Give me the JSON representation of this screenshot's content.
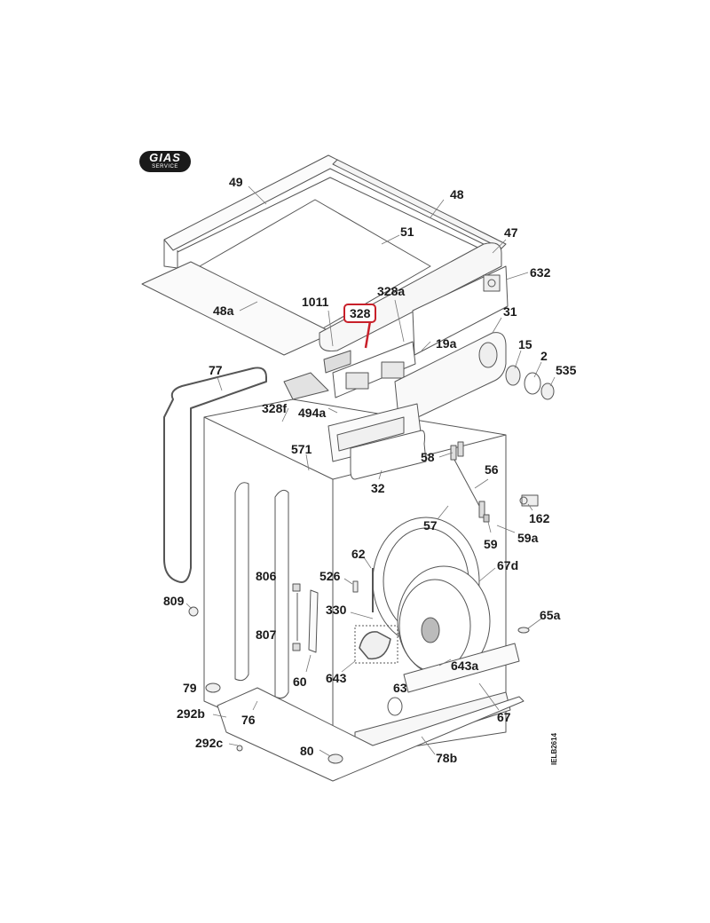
{
  "brand": {
    "name": "GIAS",
    "subtitle": "SERVICE"
  },
  "document_code": "IELB2614",
  "highlight_color": "#c8202a",
  "highlighted_part": "328",
  "parts": [
    {
      "id": "p49",
      "label": "49"
    },
    {
      "id": "p48",
      "label": "48"
    },
    {
      "id": "p51",
      "label": "51"
    },
    {
      "id": "p47",
      "label": "47"
    },
    {
      "id": "p632",
      "label": "632"
    },
    {
      "id": "p48a",
      "label": "48a"
    },
    {
      "id": "p1011",
      "label": "1011"
    },
    {
      "id": "p328a",
      "label": "328a"
    },
    {
      "id": "p328",
      "label": "328"
    },
    {
      "id": "p31",
      "label": "31"
    },
    {
      "id": "p19a",
      "label": "19a"
    },
    {
      "id": "p15",
      "label": "15"
    },
    {
      "id": "p2",
      "label": "2"
    },
    {
      "id": "p535",
      "label": "535"
    },
    {
      "id": "p77",
      "label": "77"
    },
    {
      "id": "p328f",
      "label": "328f"
    },
    {
      "id": "p494a",
      "label": "494a"
    },
    {
      "id": "p571",
      "label": "571"
    },
    {
      "id": "p58",
      "label": "58"
    },
    {
      "id": "p56",
      "label": "56"
    },
    {
      "id": "p32",
      "label": "32"
    },
    {
      "id": "p162",
      "label": "162"
    },
    {
      "id": "p57",
      "label": "57"
    },
    {
      "id": "p59",
      "label": "59"
    },
    {
      "id": "p59a",
      "label": "59a"
    },
    {
      "id": "p62",
      "label": "62"
    },
    {
      "id": "p67d",
      "label": "67d"
    },
    {
      "id": "p806",
      "label": "806"
    },
    {
      "id": "p526",
      "label": "526"
    },
    {
      "id": "p809",
      "label": "809"
    },
    {
      "id": "p330",
      "label": "330"
    },
    {
      "id": "p65a",
      "label": "65a"
    },
    {
      "id": "p807",
      "label": "807"
    },
    {
      "id": "p60",
      "label": "60"
    },
    {
      "id": "p643",
      "label": "643"
    },
    {
      "id": "p643a",
      "label": "643a"
    },
    {
      "id": "p63",
      "label": "63"
    },
    {
      "id": "p79",
      "label": "79"
    },
    {
      "id": "p67",
      "label": "67"
    },
    {
      "id": "p292b",
      "label": "292b"
    },
    {
      "id": "p76",
      "label": "76"
    },
    {
      "id": "p292c",
      "label": "292c"
    },
    {
      "id": "p80",
      "label": "80"
    },
    {
      "id": "p78b",
      "label": "78b"
    }
  ]
}
